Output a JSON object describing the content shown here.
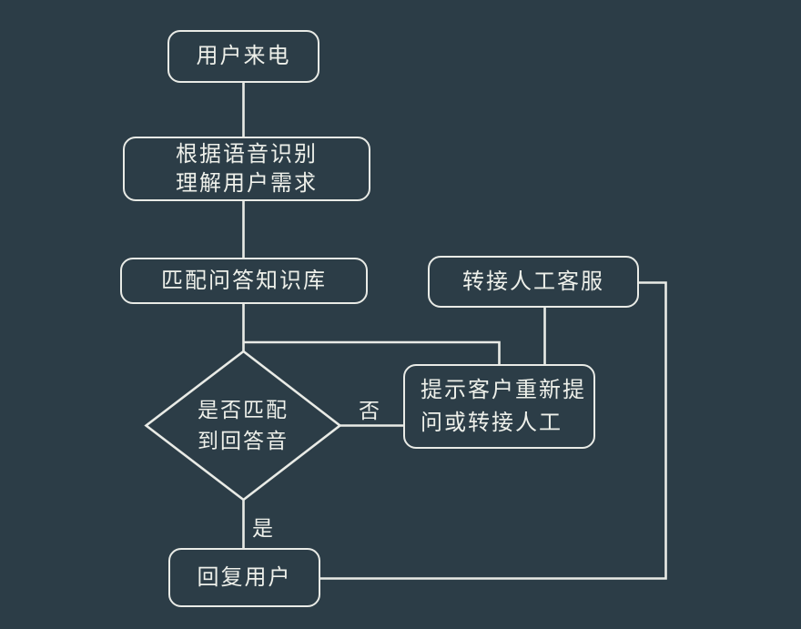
{
  "diagram": {
    "title_hint": "voice-customer-service-flowchart",
    "colors": {
      "background": "#2c3d47",
      "line": "#e9ebe6",
      "text": "#eef0ea"
    },
    "nodes": {
      "start": {
        "label": "用户来电"
      },
      "asr": {
        "line1": "根据语音识别",
        "line2": "理解用户需求"
      },
      "match": {
        "label": "匹配问答知识库"
      },
      "transfer": {
        "label": "转接人工客服"
      },
      "decision": {
        "line1": "是否匹配",
        "line2": "到回答音"
      },
      "prompt": {
        "line1": "提示客户重新提",
        "line2": "问或转接人工"
      },
      "reply": {
        "label": "回复用户"
      }
    },
    "edge_labels": {
      "no_label": "否",
      "yes_label": "是"
    }
  }
}
